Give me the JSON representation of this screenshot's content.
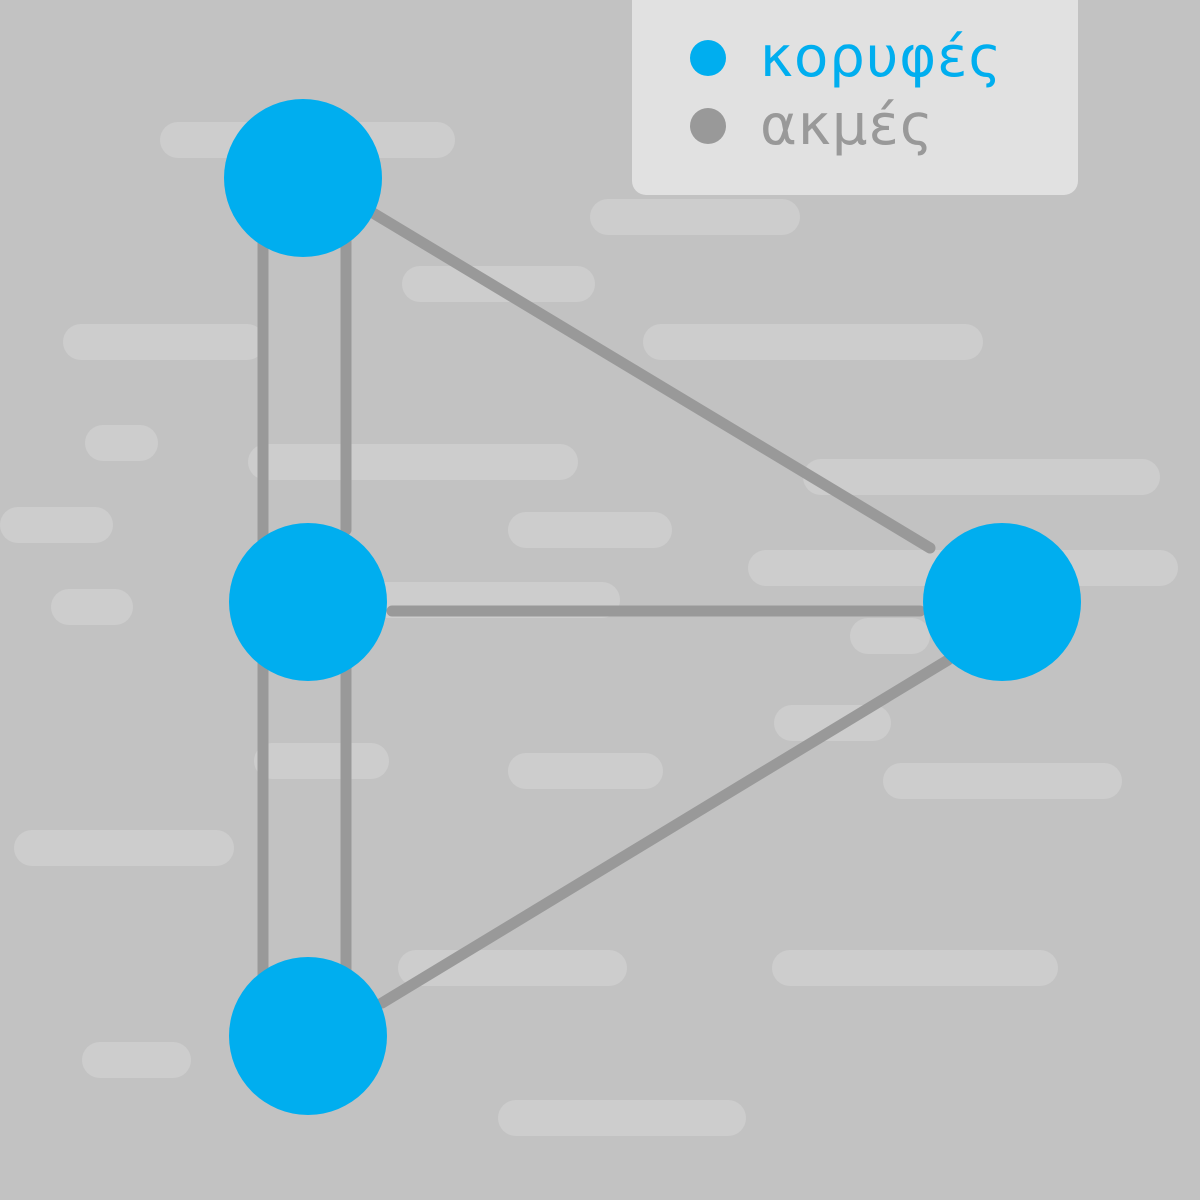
{
  "colors": {
    "background": "#c2c2c2",
    "background_streak": "#d0d0d0",
    "vertex": "#00aeef",
    "edge": "#999999",
    "legend_panel": "#e1e1e1"
  },
  "legend": {
    "items": [
      {
        "label": "κορυφές",
        "color": "#00aeef",
        "icon": "dot-icon"
      },
      {
        "label": "ακμές",
        "color": "#999999",
        "icon": "dot-icon"
      }
    ]
  },
  "graph": {
    "vertices": [
      "v1",
      "v2",
      "v3",
      "v4"
    ],
    "edges": [
      {
        "from": "v1",
        "to": "v2"
      },
      {
        "from": "v1",
        "to": "v2"
      },
      {
        "from": "v2",
        "to": "v3"
      },
      {
        "from": "v2",
        "to": "v3"
      },
      {
        "from": "v1",
        "to": "v4"
      },
      {
        "from": "v2",
        "to": "v4"
      },
      {
        "from": "v3",
        "to": "v4"
      }
    ]
  }
}
